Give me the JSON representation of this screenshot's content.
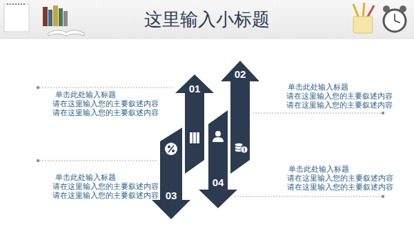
{
  "diagram": {
    "title": "这里输入小标题",
    "nodes": [
      {
        "text": [
          "01"
        ]
      },
      {
        "text": [
          "02"
        ]
      },
      {
        "text": [
          "03"
        ]
      },
      {
        "text": [
          "04"
        ]
      }
    ],
    "labels": [
      "单击此处输入标题",
      "请在这里输入您的主要叙述内容",
      "请在这里输入您的主要叙述内容",
      "单击此处输入标题",
      "请在这里输入您的主要叙述内容",
      "请在这里输入您的主要叙述内容",
      "单击此处输入标题",
      "请在这里输入您的主要叙述内容",
      "请在这里输入您的主要叙述内容",
      "单击此处输入标题",
      "请在这里输入您的主要叙述内容",
      "请在这里输入您的主要叙述内容"
    ]
  }
}
